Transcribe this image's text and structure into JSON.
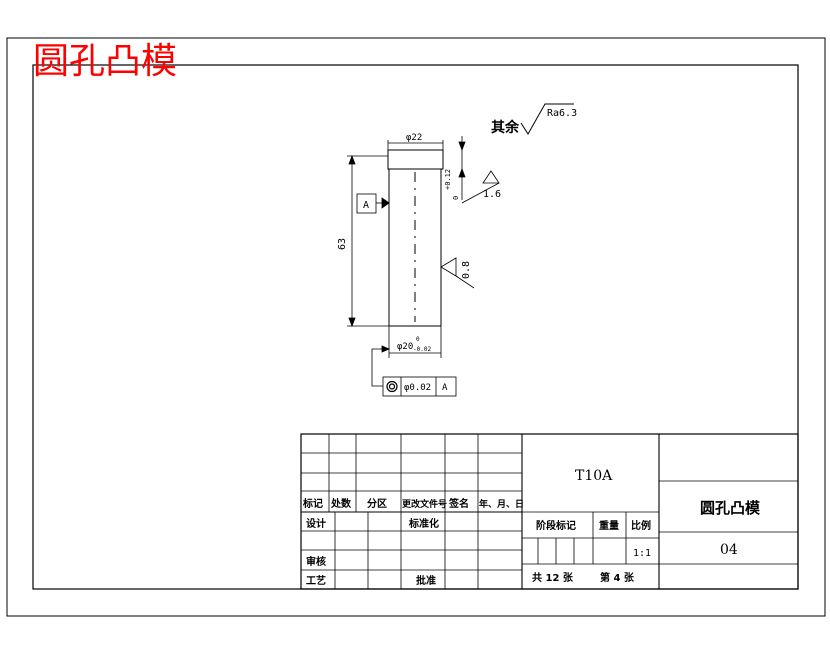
{
  "title": "圆孔凸模",
  "surface_note": {
    "prefix": "其余",
    "value": "Ra6.3"
  },
  "dims": {
    "top_dia": "φ22",
    "length": "63",
    "tol_upper": "+0.12",
    "tol_lower": "0",
    "bottom_dia": "φ20",
    "bottom_tol_upper": "0",
    "bottom_tol_lower": "-0.02",
    "rough_side": "1.6",
    "rough_body": "0.8",
    "datum": "A"
  },
  "gdt": {
    "tolerance": "φ0.02",
    "datum": "A"
  },
  "title_block": {
    "material": "T10A",
    "part_name": "圆孔凸模",
    "drawing_no": "04",
    "headers": [
      "标记",
      "处数",
      "分区",
      "更改文件号",
      "签名",
      "年、月、日"
    ],
    "design": "设计",
    "standardize": "标准化",
    "review": "审核",
    "process": "工艺",
    "approve": "批准",
    "stage_mark": "阶段标记",
    "weight": "重量",
    "scale_label": "比例",
    "scale": "1:1",
    "sheet_total": "共 12 张",
    "sheet_no": "第 4 张"
  }
}
